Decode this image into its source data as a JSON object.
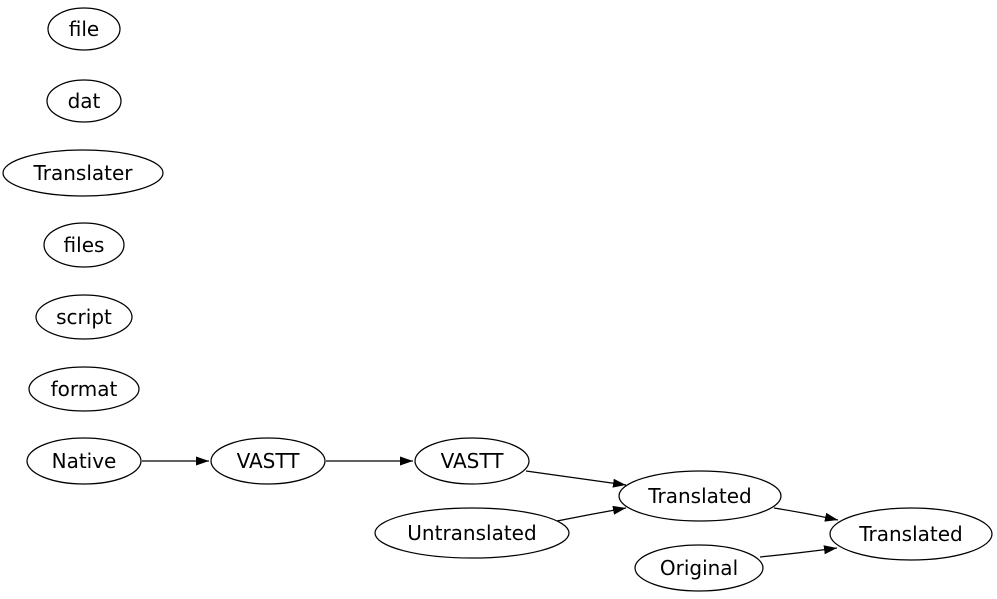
{
  "diagram": {
    "type": "directed-graph",
    "background_color": "#ffffff",
    "node_fill_color": "#ffffff",
    "node_stroke_color": "#000000",
    "edge_color": "#000000",
    "text_color": "#000000",
    "nodes": [
      {
        "id": "file",
        "label": "file"
      },
      {
        "id": "dat",
        "label": "dat"
      },
      {
        "id": "translater",
        "label": "Translater"
      },
      {
        "id": "files",
        "label": "files"
      },
      {
        "id": "script",
        "label": "script"
      },
      {
        "id": "format",
        "label": "format"
      },
      {
        "id": "native",
        "label": "Native"
      },
      {
        "id": "vastt-1",
        "label": "VASTT"
      },
      {
        "id": "vastt-2",
        "label": "VASTT"
      },
      {
        "id": "untranslated",
        "label": "Untranslated"
      },
      {
        "id": "translated-1",
        "label": "Translated"
      },
      {
        "id": "original",
        "label": "Original"
      },
      {
        "id": "translated-2",
        "label": "Translated"
      }
    ],
    "edges": [
      {
        "from": "native",
        "to": "vastt-1"
      },
      {
        "from": "vastt-1",
        "to": "vastt-2"
      },
      {
        "from": "vastt-2",
        "to": "translated-1"
      },
      {
        "from": "untranslated",
        "to": "translated-1"
      },
      {
        "from": "translated-1",
        "to": "translated-2"
      },
      {
        "from": "original",
        "to": "translated-2"
      }
    ]
  }
}
